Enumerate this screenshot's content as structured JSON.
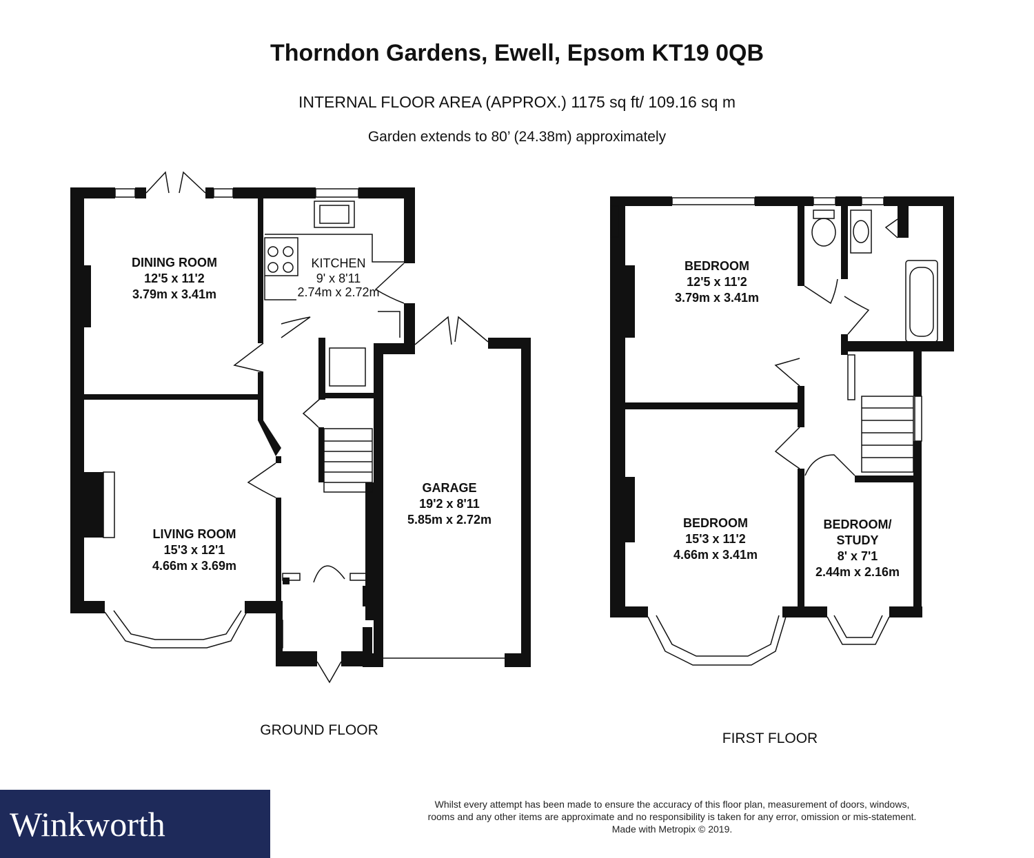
{
  "header": {
    "title": "Thorndon Gardens, Ewell, Epsom KT19 0QB",
    "area": "INTERNAL FLOOR AREA (APPROX.) 1175 sq ft/ 109.16 sq m",
    "garden": "Garden extends to 80’ (24.38m) approximately"
  },
  "ground_floor": {
    "label": "GROUND FLOOR",
    "dining": {
      "name": "DINING ROOM",
      "imperial": "12'5 x 11'2",
      "metric": "3.79m x 3.41m"
    },
    "kitchen": {
      "name": "KITCHEN",
      "imperial": "9' x 8'11",
      "metric": "2.74m x 2.72m"
    },
    "living": {
      "name": "LIVING ROOM",
      "imperial": "15'3 x 12'1",
      "metric": "4.66m x 3.69m"
    },
    "garage": {
      "name": "GARAGE",
      "imperial": "19'2 x 8'11",
      "metric": "5.85m x 2.72m"
    }
  },
  "first_floor": {
    "label": "FIRST FLOOR",
    "bedroom1": {
      "name": "BEDROOM",
      "imperial": "12'5 x 11'2",
      "metric": "3.79m x 3.41m"
    },
    "bedroom2": {
      "name": "BEDROOM",
      "imperial": "15'3 x 11'2",
      "metric": "4.66m x 3.41m"
    },
    "study": {
      "name1": "BEDROOM/",
      "name2": "STUDY",
      "imperial": "8' x 7'1",
      "metric": "2.44m x 2.16m"
    }
  },
  "footer": {
    "brand": "Winkworth",
    "disclaimer": "Whilst every attempt has been made to ensure the accuracy of this floor plan, measurement of doors, windows, rooms and any other items are approximate and no responsibility is taken for any error, omission or mis-statement. Made with Metropix © 2019."
  }
}
